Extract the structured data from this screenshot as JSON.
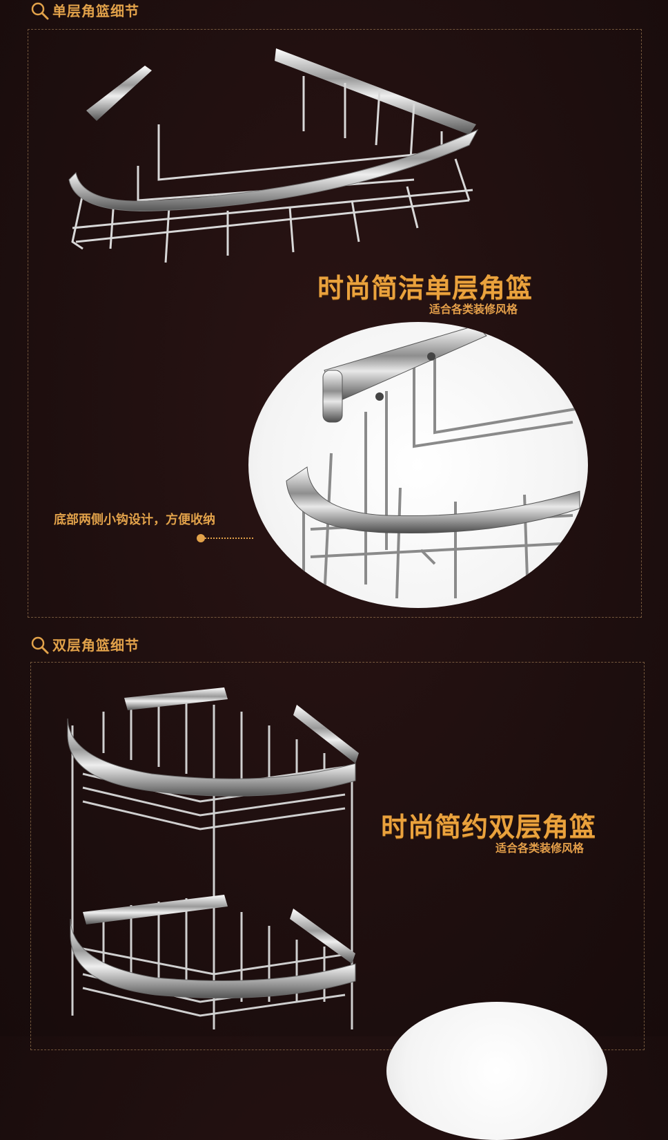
{
  "section1": {
    "title": "单层角篮细节",
    "headline": "时尚简洁单层角篮",
    "subline": "适合各类装修风格",
    "detail_note": "底部两侧小钩设计，方便收纳"
  },
  "section2": {
    "title": "双层角篮细节",
    "headline": "时尚简约双层角篮",
    "subline": "适合各类装修风格"
  },
  "colors": {
    "accent": "#e2a24a",
    "background": "#1f0f0f",
    "frame": "#be9664"
  },
  "icons": {
    "section_icon": "magnifier-icon"
  }
}
